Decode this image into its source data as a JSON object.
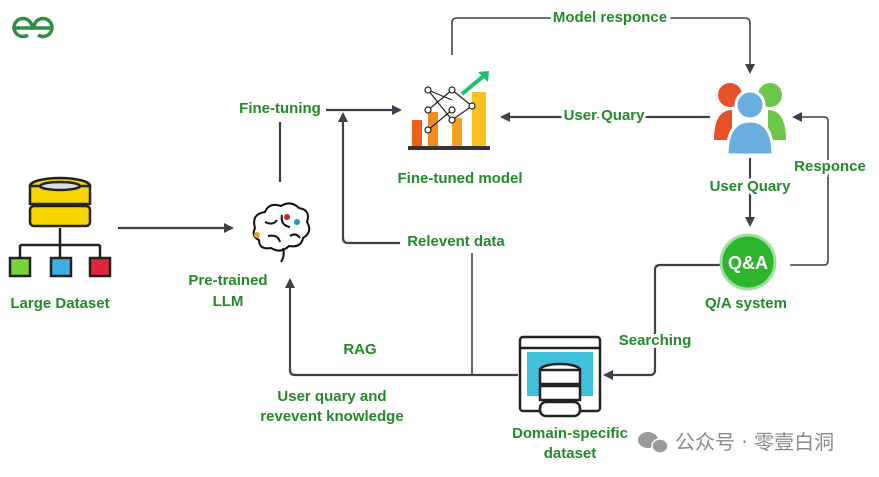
{
  "logo": {
    "text": "GfG",
    "color": "#2f8d46"
  },
  "nodes": {
    "large_dataset": "Large Dataset",
    "pretrained_llm": [
      "Pre-trained",
      "LLM"
    ],
    "fine_tuned_model": "Fine-tuned model",
    "qa_system": "Q/A system",
    "qa_badge": "Q&A",
    "domain_dataset": [
      "Domain-specific",
      "dataset"
    ]
  },
  "edges": {
    "fine_tuning": "Fine-tuning",
    "model_response": "Model responce",
    "user_query_left": "User Quary",
    "user_query_down": "User Quary",
    "response": "Responce",
    "relevant_data": "Relevent data",
    "searching": "Searching",
    "rag": "RAG",
    "user_query_knowledge": [
      "User quary and",
      "revevent knowledge"
    ]
  },
  "watermark": "公众号 · 零壹白洞",
  "colors": {
    "label": "#238a2a",
    "arrow": "#3d424a",
    "database": "#f5d400",
    "qa": "#2db52d",
    "screen": "#3fc1dc"
  }
}
